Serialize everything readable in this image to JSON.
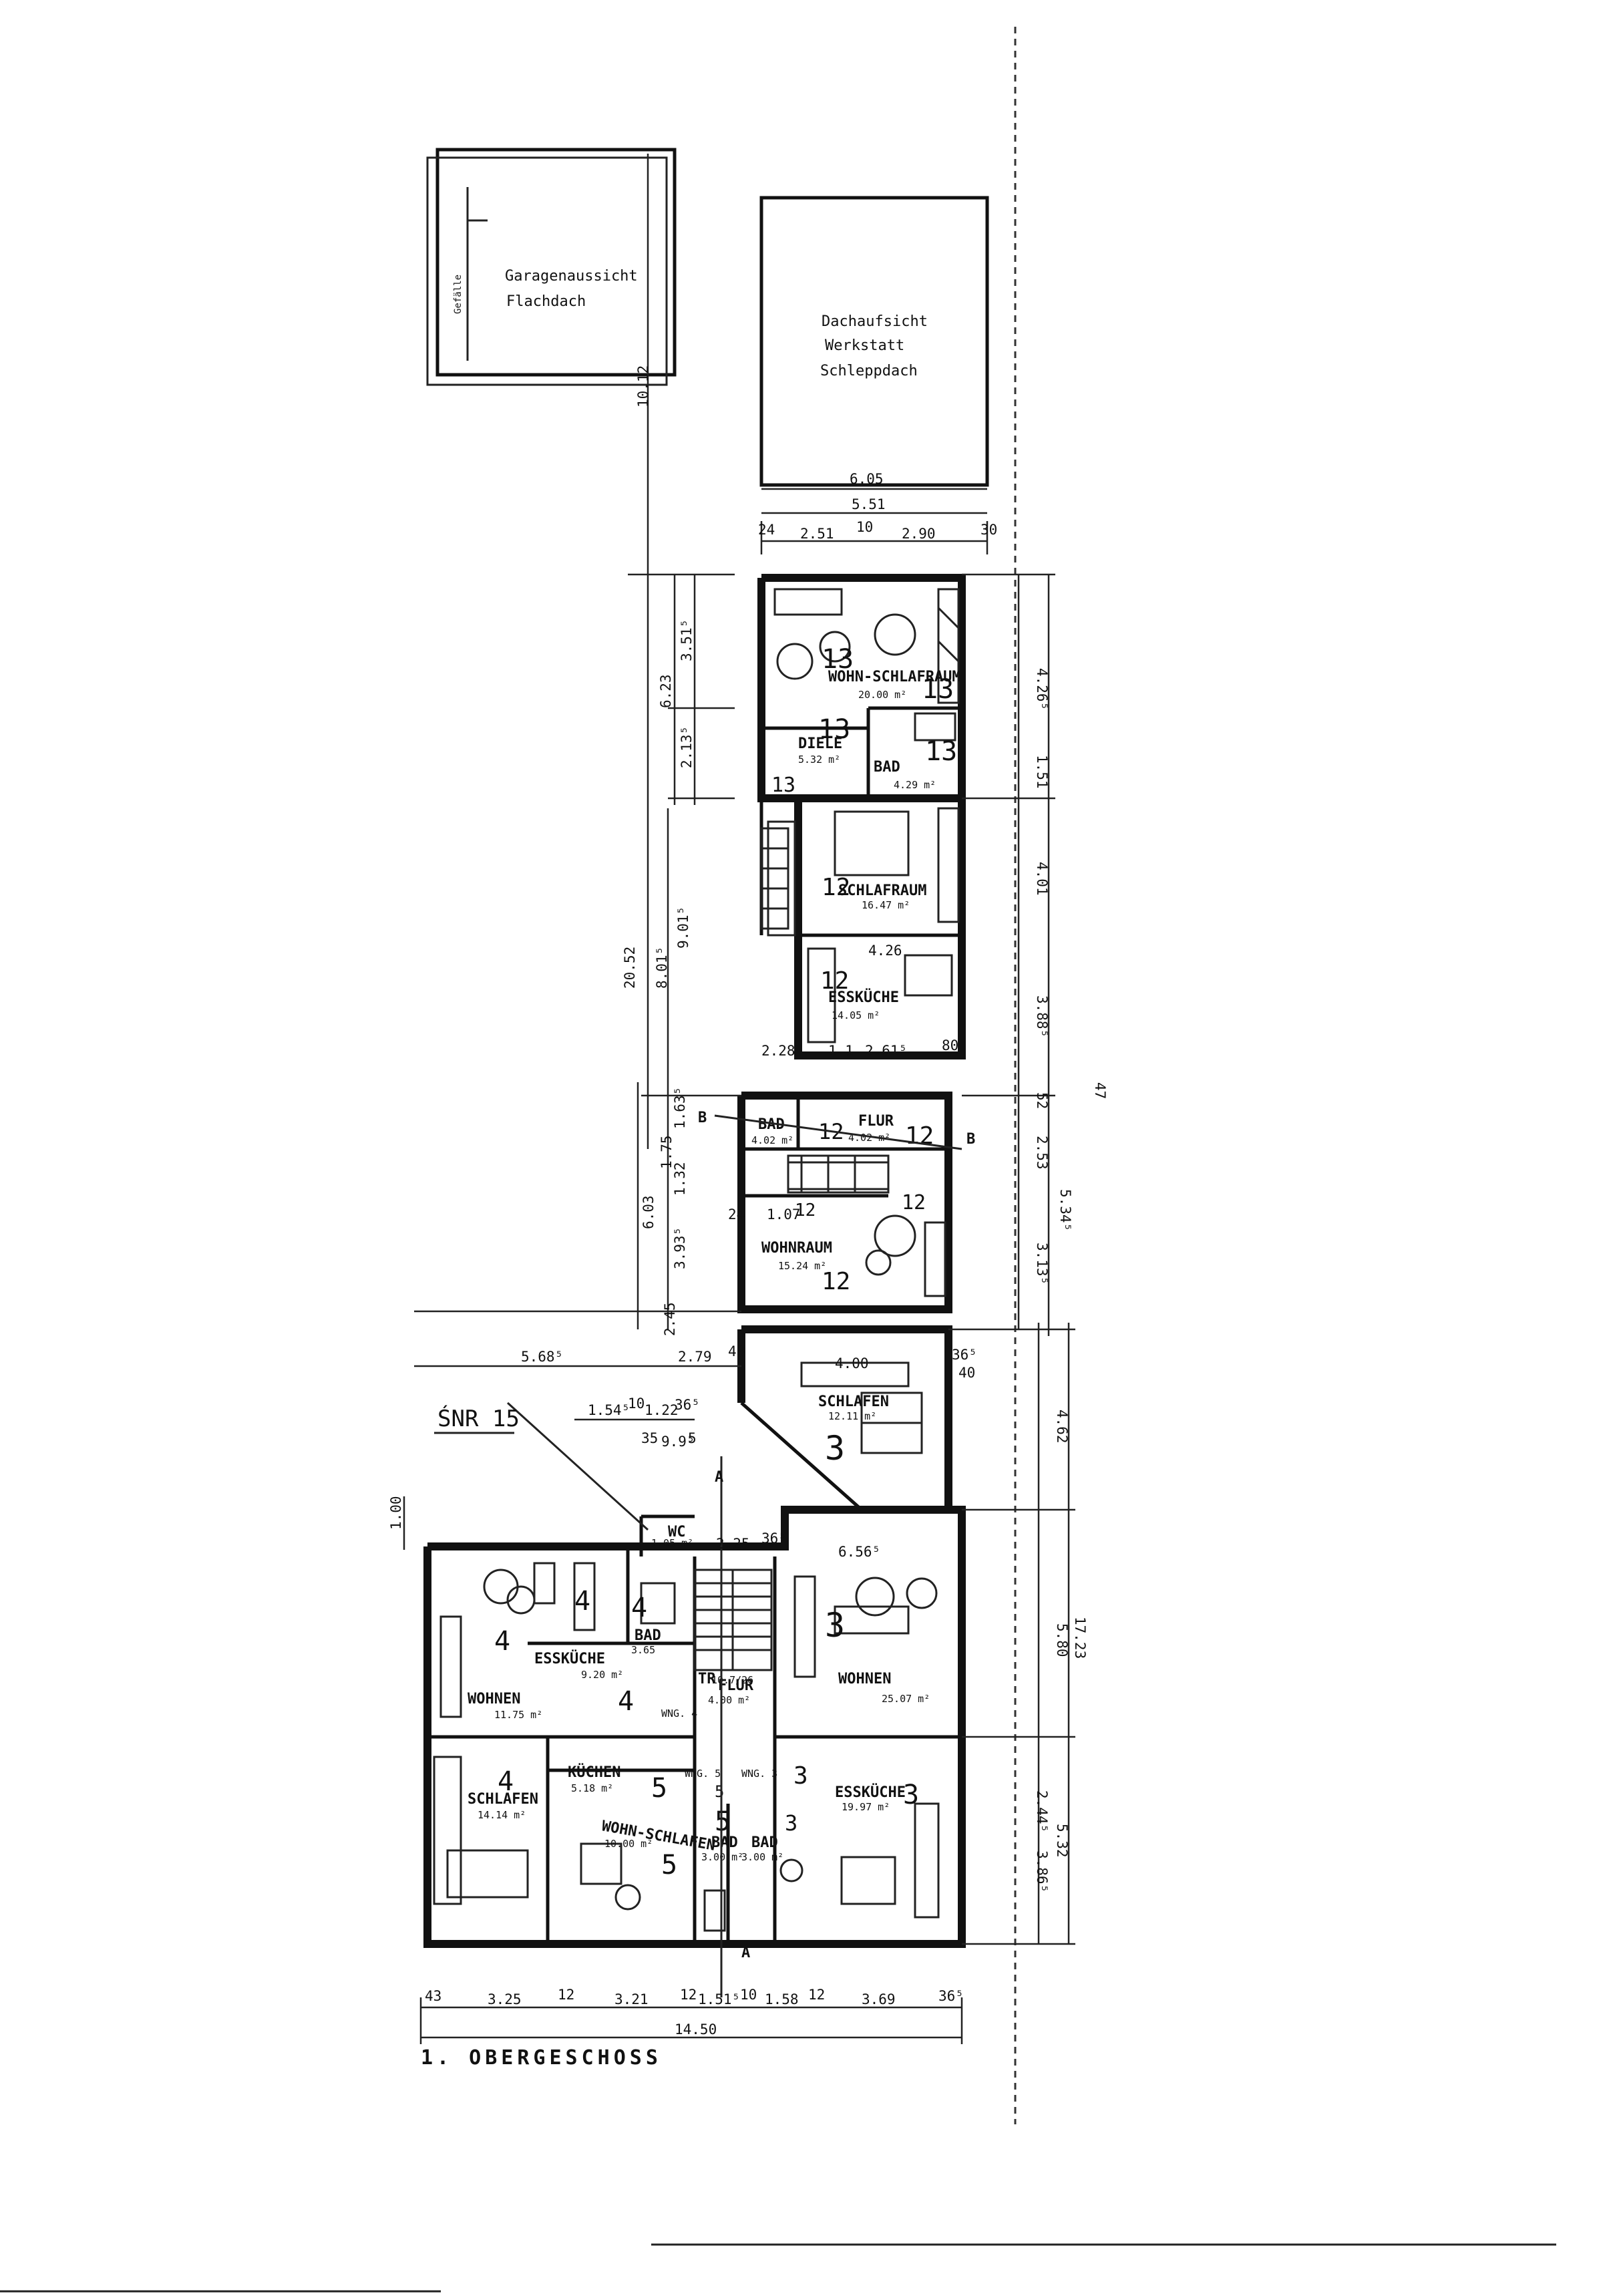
{
  "plan": {
    "title": "1. OBERGESCHOSS",
    "roof_labels": {
      "garage": [
        "Garagenaussicht",
        "Flachdach"
      ],
      "garage_side": "Gefälle",
      "workshop": [
        "Dachaufsicht",
        "Werkstatt",
        "Schleppdach"
      ]
    },
    "rooms": [
      {
        "key": "wohn_schlafraum",
        "label": "WOHN-SCHLAFRAUM",
        "area": "20.00 m²"
      },
      {
        "key": "diele",
        "label": "DIELE",
        "area": "5.32 m²"
      },
      {
        "key": "bad_top",
        "label": "BAD",
        "area": "4.29 m²"
      },
      {
        "key": "schlafraum",
        "label": "SCHLAFRAUM",
        "area": "16.47 m²"
      },
      {
        "key": "esskueche_top",
        "label": "ESSKÜCHE",
        "area": "14.05 m²"
      },
      {
        "key": "bad_mid",
        "label": "BAD",
        "area": "4.02 m²"
      },
      {
        "key": "flur_mid",
        "label": "FLUR",
        "area": "4.02 m²"
      },
      {
        "key": "wohnraum",
        "label": "WOHNRAUM",
        "area": "15.24 m²"
      },
      {
        "key": "schlafen_mid",
        "label": "SCHLAFEN",
        "area": "12.11 m²"
      },
      {
        "key": "wohnen_right",
        "label": "WOHNEN",
        "area": "25.07 m²"
      },
      {
        "key": "esskueche_right",
        "label": "ESSKÜCHE",
        "area": "19.97 m²"
      },
      {
        "key": "esskueche_left",
        "label": "ESSKÜCHE",
        "area": "9.20 m²"
      },
      {
        "key": "bad_left",
        "label": "BAD",
        "area": "3.65"
      },
      {
        "key": "wohnen_left",
        "label": "WOHNEN",
        "area": "11.75 m²"
      },
      {
        "key": "schlafen_left",
        "label": "SCHLAFEN",
        "area": "14.14 m²"
      },
      {
        "key": "kuechen",
        "label": "KÜCHEN",
        "area": "5.18 m²"
      },
      {
        "key": "wohn_schlafen",
        "label": "WOHN-SCHLAFEN",
        "area": "10.00 m²"
      },
      {
        "key": "flur_low",
        "label": "FLUR",
        "area": "4.00 m²"
      },
      {
        "key": "bad_low1",
        "label": "BAD",
        "area": "3.00 m²"
      },
      {
        "key": "bad_low2",
        "label": "BAD",
        "area": "3.00 m²"
      },
      {
        "key": "wc",
        "label": "WC",
        "area": "1.05 m²"
      },
      {
        "key": "treppe",
        "label": "TR",
        "area": "10.7/26"
      }
    ],
    "unit_numbers": {
      "top": [
        "13",
        "13",
        "13",
        "13",
        "13"
      ],
      "second": [
        "12",
        "12",
        "12",
        "12",
        "12",
        "12",
        "12"
      ],
      "wh3": [
        "3",
        "3",
        "3",
        "3",
        "3"
      ],
      "wh4": [
        "4",
        "4",
        "4",
        "4",
        "4"
      ],
      "wh5": [
        "5",
        "5",
        "5",
        "5"
      ]
    },
    "wng_labels": [
      "WNG. 4",
      "WNG. 5",
      "WNG. 3"
    ],
    "section_markers": {
      "b": "B",
      "a": "A"
    },
    "handwritten": "ŚNR 15",
    "dims": {
      "roof_total": "6.05",
      "roof_inner": "5.51",
      "roof_parts": [
        "24",
        "2.51",
        "10",
        "2.90",
        "30"
      ],
      "left_vertical": [
        "10.12",
        "20.52",
        "6.23",
        "8.01⁵",
        "6.03",
        "3.51⁵",
        "2.13⁵",
        "9.01⁵",
        "1.63⁵",
        "1.75",
        "1.32",
        "3.93⁵",
        "2.45",
        "1.00"
      ],
      "right_vertical": [
        "4.26⁵",
        "1.51",
        "4.01",
        "3.88⁵",
        "2.53",
        "5.34⁵",
        "3.13⁵",
        "4.62",
        "5.80",
        "17.23",
        "5.32",
        "2.44⁵",
        "3.86⁵",
        "52",
        "47"
      ],
      "mid_horizontal": [
        "5.68⁵",
        "2.79",
        "40",
        "1.54⁵",
        "10",
        "1.22",
        "36⁵",
        "35",
        "9.9⁵",
        "5",
        "2.25",
        "36⁵",
        "6.56⁵",
        "4.26",
        "2.28",
        "1.1",
        "2.61⁵",
        "80",
        "1.07",
        "24",
        "36⁵",
        "40",
        "4.00"
      ],
      "bottom": [
        "43",
        "3.25",
        "12",
        "3.21",
        "12",
        "1.51⁵",
        "10",
        "1.58",
        "12",
        "3.69",
        "36⁵"
      ],
      "bottom_total": "14.50"
    }
  }
}
